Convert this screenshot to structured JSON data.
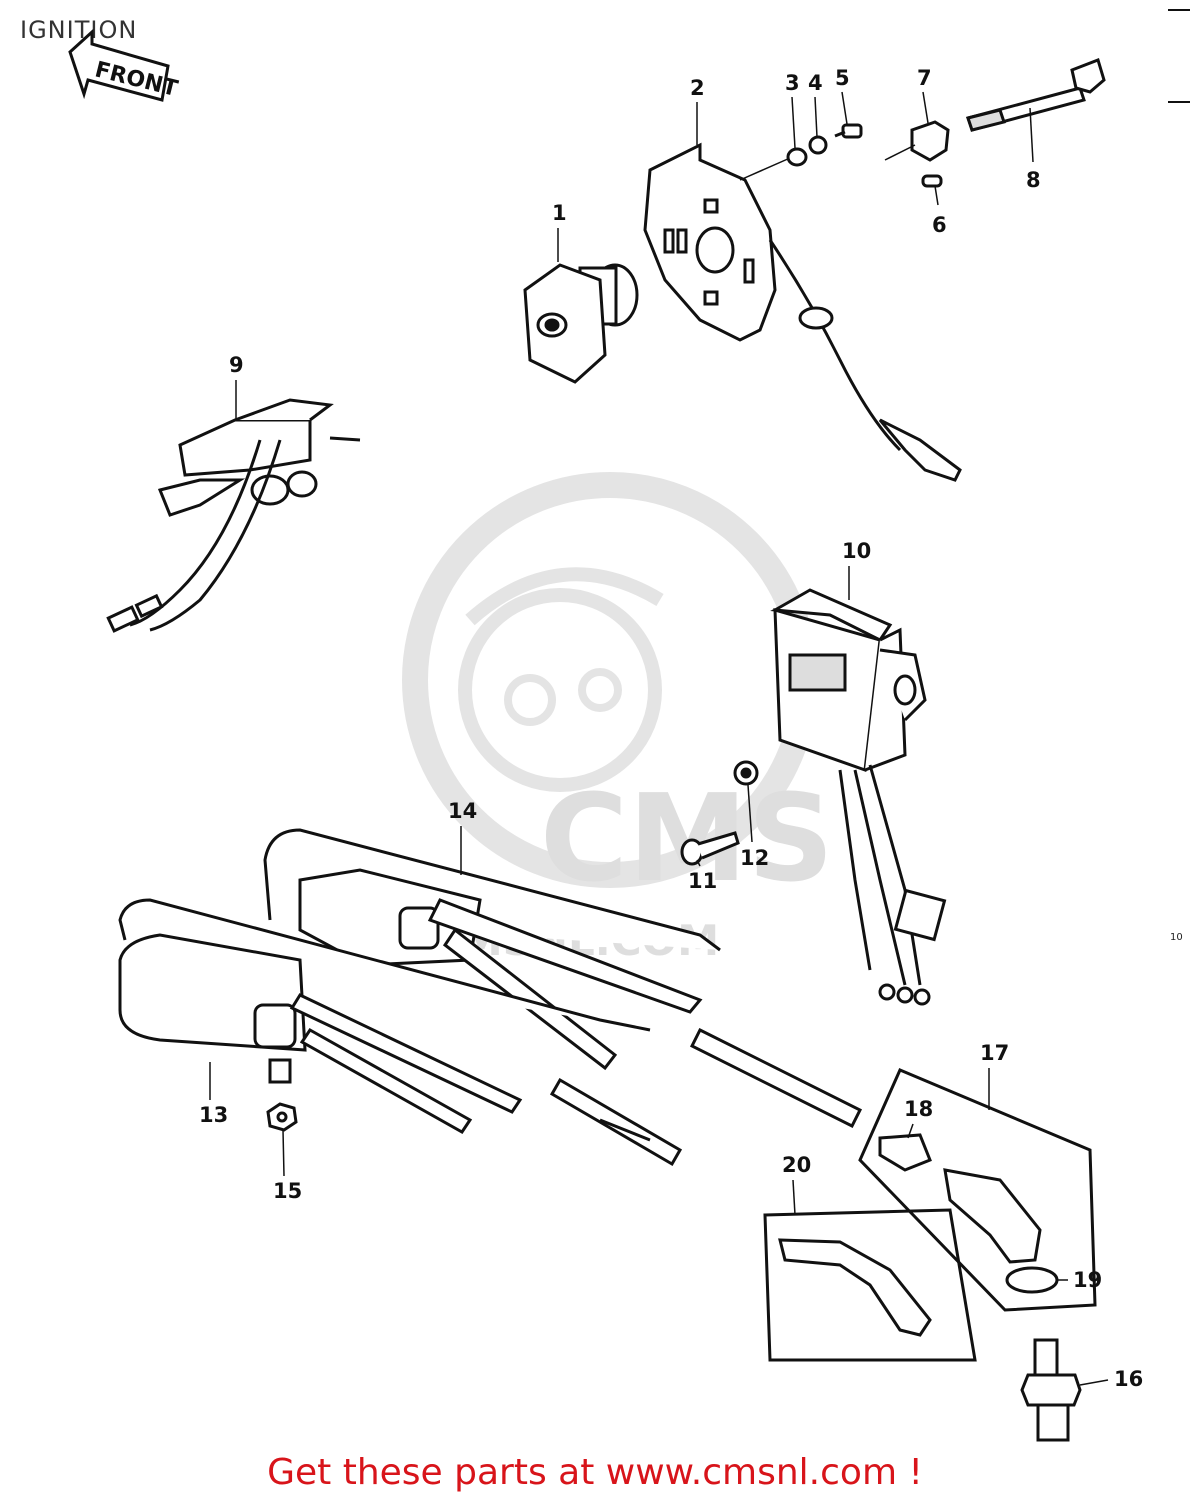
{
  "header": {
    "title": "IGNITION"
  },
  "front_arrow": {
    "label": "FRONT"
  },
  "watermark": {
    "brand": "CMS",
    "site": "CMSNL.COM"
  },
  "page_marker": "10",
  "callouts": [
    {
      "id": "1",
      "label": "1"
    },
    {
      "id": "2",
      "label": "2"
    },
    {
      "id": "3",
      "label": "3"
    },
    {
      "id": "4",
      "label": "4"
    },
    {
      "id": "5",
      "label": "5"
    },
    {
      "id": "6",
      "label": "6"
    },
    {
      "id": "7",
      "label": "7"
    },
    {
      "id": "8",
      "label": "8"
    },
    {
      "id": "9",
      "label": "9"
    },
    {
      "id": "10",
      "label": "10"
    },
    {
      "id": "11",
      "label": "11"
    },
    {
      "id": "12",
      "label": "12"
    },
    {
      "id": "13",
      "label": "13"
    },
    {
      "id": "14",
      "label": "14"
    },
    {
      "id": "15",
      "label": "15"
    },
    {
      "id": "16",
      "label": "16"
    },
    {
      "id": "17",
      "label": "17"
    },
    {
      "id": "18",
      "label": "18"
    },
    {
      "id": "19",
      "label": "19"
    },
    {
      "id": "20",
      "label": "20"
    }
  ],
  "footer": {
    "text": "Get these parts at www.cmsnl.com !"
  },
  "colors": {
    "footer": "#d8141a",
    "lines": "#111111",
    "watermark": "#dedede"
  }
}
